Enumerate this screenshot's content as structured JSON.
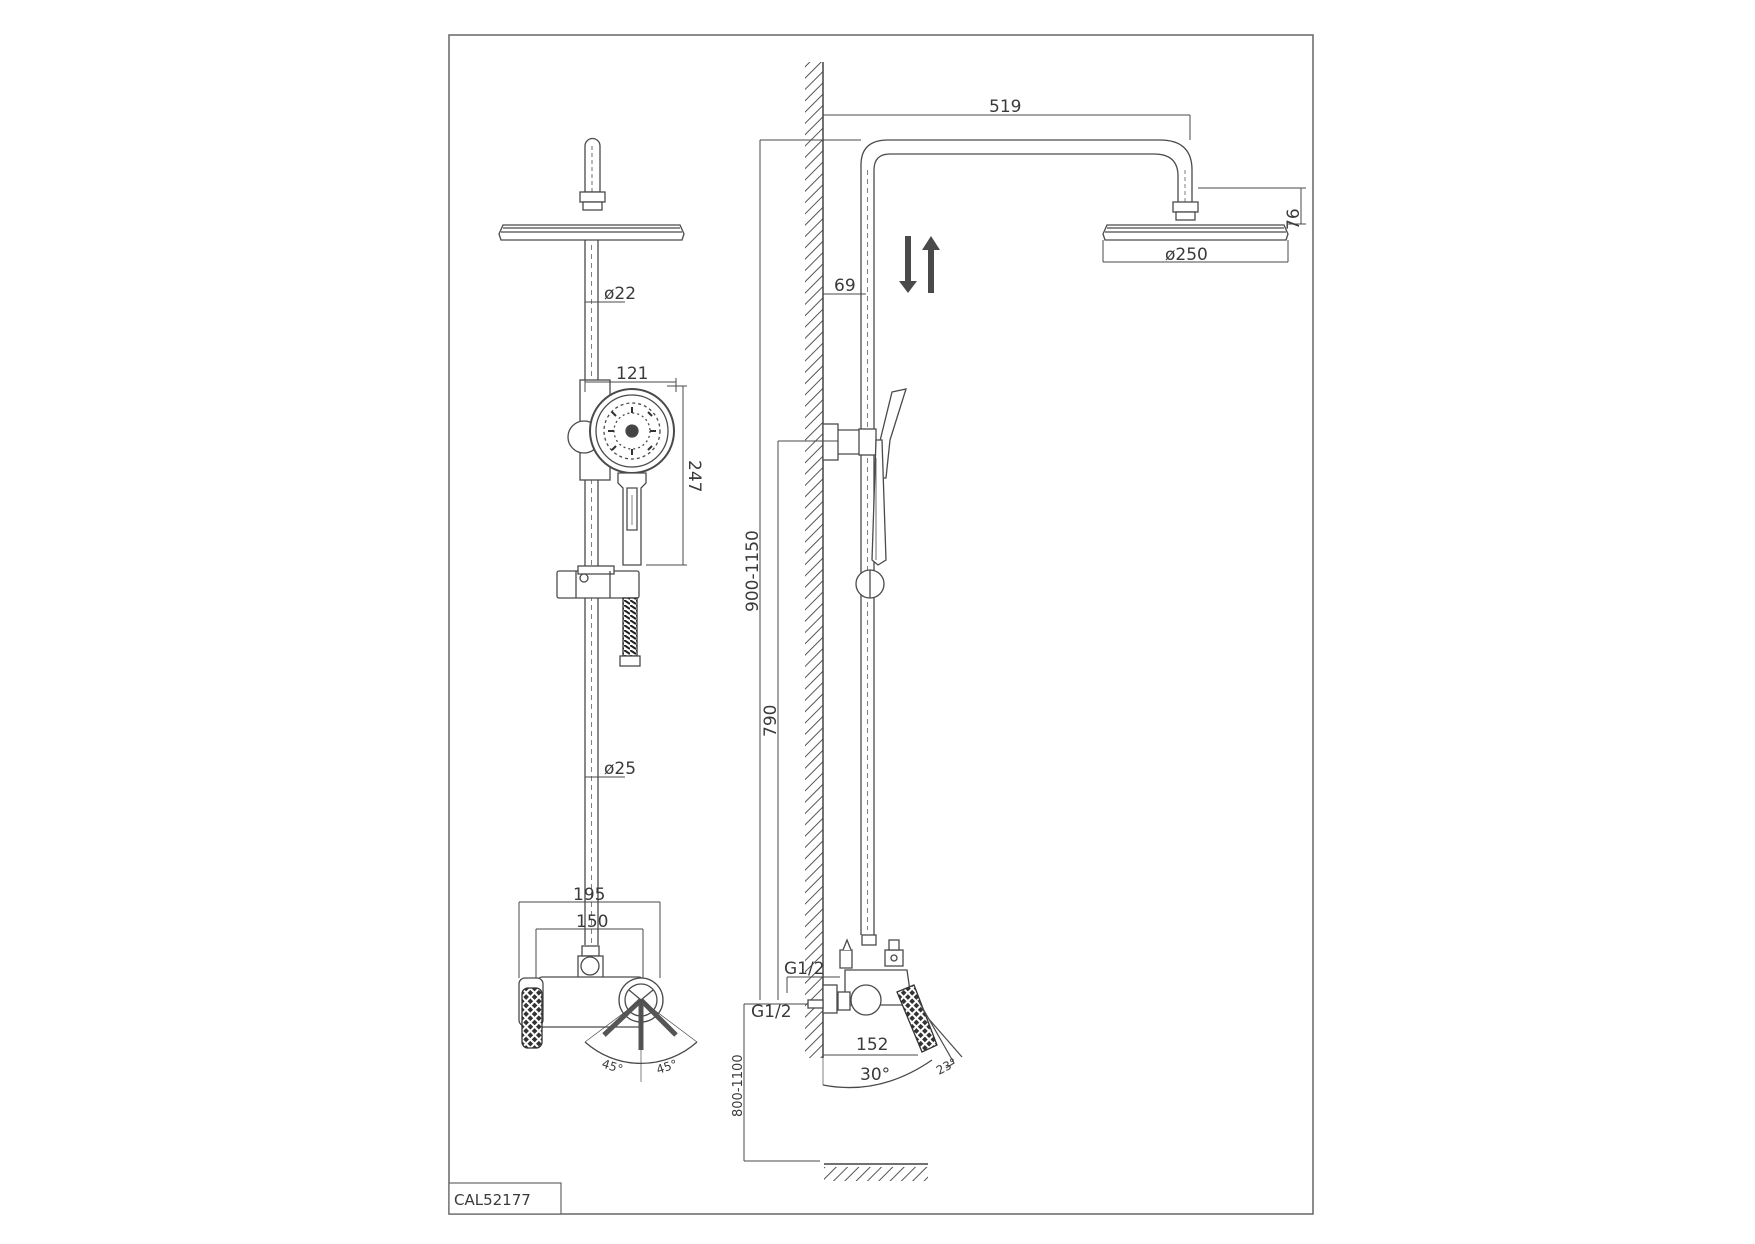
{
  "drawing": {
    "model_code": "CAL52177",
    "front_view": {
      "rail_diameter_top": "ø22",
      "rail_diameter_bottom": "ø25",
      "hand_shower_width": "121",
      "hand_shower_length": "247",
      "mixer_outer_width": "195",
      "mixer_inner_width": "150",
      "handle_angle_left": "45°",
      "handle_angle_right": "45°"
    },
    "side_view": {
      "arm_reach": "519",
      "head_height": "76",
      "head_diameter": "ø250",
      "wall_offset": "69",
      "riser_height": "900-1150",
      "bracket_height": "790",
      "inlet_thread_upper": "G1/2",
      "inlet_thread_lower": "G1/2",
      "mixer_projection": "152",
      "mount_height": "800-1100",
      "tilt_angle": "30°",
      "handle_angle": "23°"
    }
  },
  "colors": {
    "line": "#4a4a4a",
    "hatch": "#555555",
    "arrow": "#4a4a4a"
  }
}
